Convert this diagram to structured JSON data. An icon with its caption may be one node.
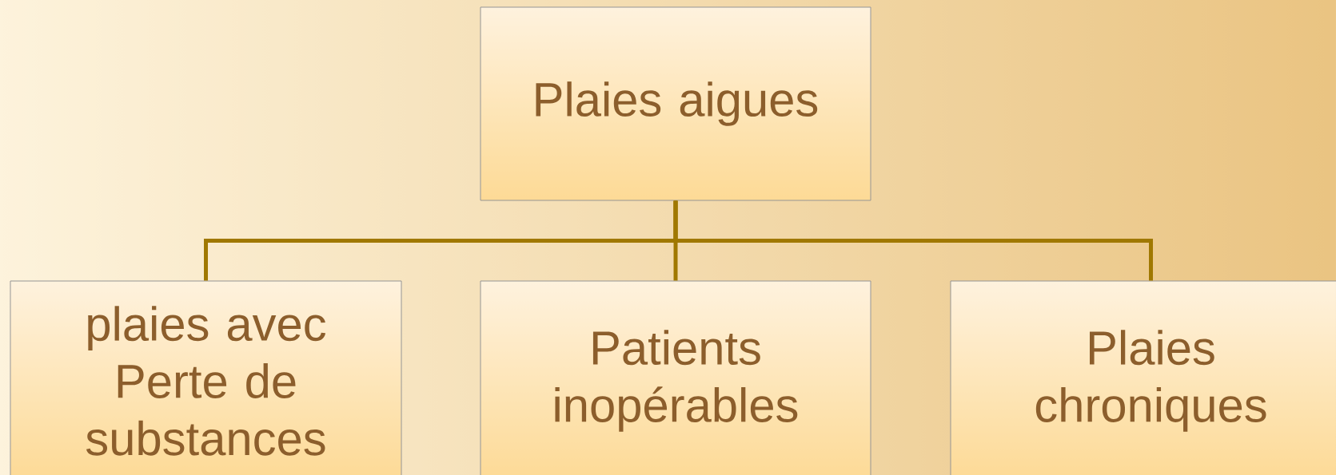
{
  "diagram": {
    "nodes": [
      {
        "text": [
          "Plaies aigues"
        ]
      },
      {
        "text": [
          "plaies avec Perte de substances"
        ]
      },
      {
        "text": [
          "Patients inopérables"
        ]
      },
      {
        "text": [
          "Plaies chroniques"
        ]
      }
    ],
    "edges": [
      {
        "from": 0,
        "to": 1,
        "arrow": "none"
      },
      {
        "from": 0,
        "to": 2,
        "arrow": "none"
      },
      {
        "from": 0,
        "to": 3,
        "arrow": "none"
      }
    ]
  }
}
